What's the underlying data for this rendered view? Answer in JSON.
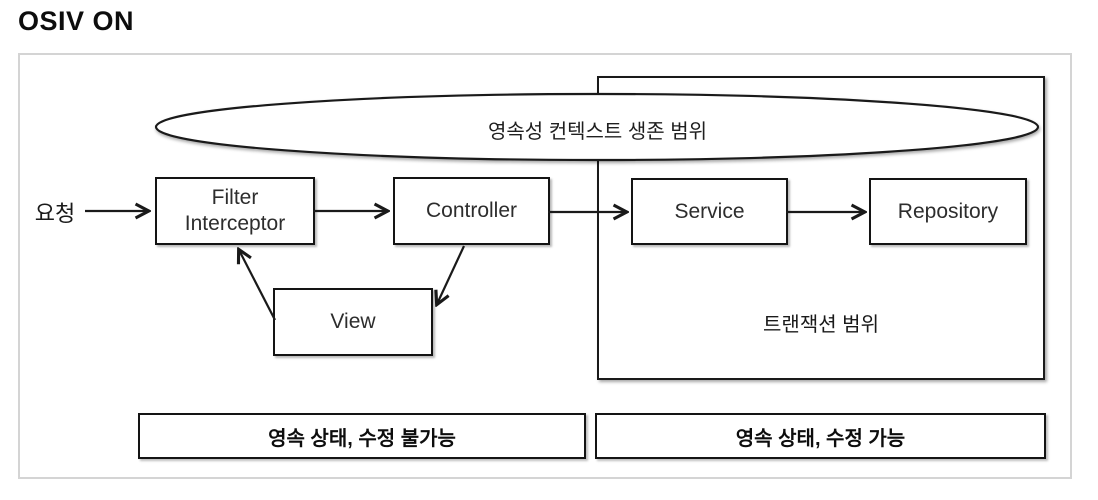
{
  "title": "OSIV ON",
  "diagram": {
    "request_label": "요청",
    "persistence_context_label": "영속성 컨텍스트 생존 범위",
    "transaction_scope_label": "트랜잭션 범위",
    "nodes": {
      "filter_line1": "Filter",
      "filter_line2": "Interceptor",
      "controller": "Controller",
      "service": "Service",
      "repository": "Repository",
      "view": "View"
    },
    "legend": {
      "left": "영속 상태, 수정 불가능",
      "right": "영속 상태, 수정 가능"
    },
    "colors": {
      "stroke": "#1a1a1a",
      "outer_border": "#d4d4d4",
      "background": "#ffffff"
    }
  }
}
